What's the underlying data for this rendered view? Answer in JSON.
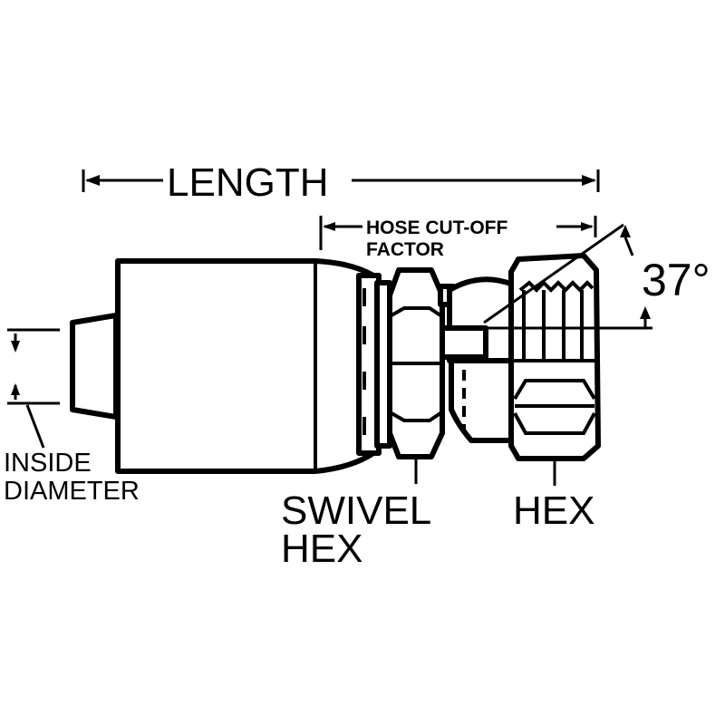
{
  "labels": {
    "length": "LENGTH",
    "hose_cutoff_line1": "HOSE CUT-OFF",
    "hose_cutoff_line2": "FACTOR",
    "angle": "37°",
    "inside_diameter_line1": "INSIDE",
    "inside_diameter_line2": "DIAMETER",
    "swivel_hex_line1": "SWIVEL",
    "swivel_hex_line2": "HEX",
    "hex": "HEX"
  },
  "colors": {
    "ink": "#000000",
    "paper": "#ffffff"
  }
}
